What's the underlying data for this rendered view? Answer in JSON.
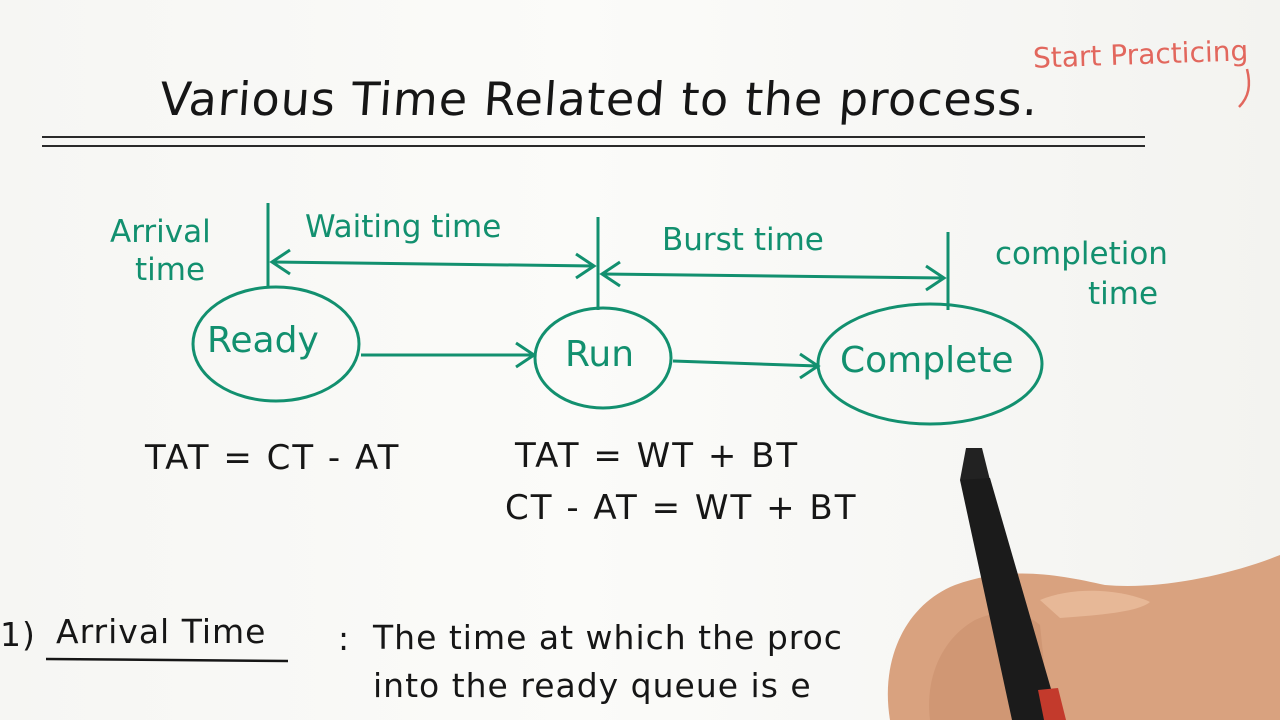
{
  "corner_note": "Start Practicing",
  "title": "Various Time Related to the process.",
  "diagram": {
    "arrival_label_line1": "Arrival",
    "arrival_label_line2": "time",
    "waiting_label": "Waiting time",
    "burst_label": "Burst time",
    "completion_label_line1": "completion",
    "completion_label_line2": "time",
    "states": [
      "Ready",
      "Run",
      "Complete"
    ]
  },
  "formulas": {
    "left": "TAT = CT - AT",
    "right_line1": "TAT = WT + BT",
    "right_line2": "CT - AT = WT + BT"
  },
  "definition": {
    "number": "1)",
    "term": "Arrival Time",
    "separator": ":",
    "text_line1": "The time at which the proc",
    "text_line2": "into the ready queue is e"
  },
  "colors": {
    "ink_black": "#161616",
    "ink_green": "#12906f",
    "ink_red": "#e2675d",
    "paper": "#f8f8f5",
    "skin": "#d9a27f",
    "marker_body": "#1b1b1b",
    "marker_band": "#c33a2c"
  }
}
